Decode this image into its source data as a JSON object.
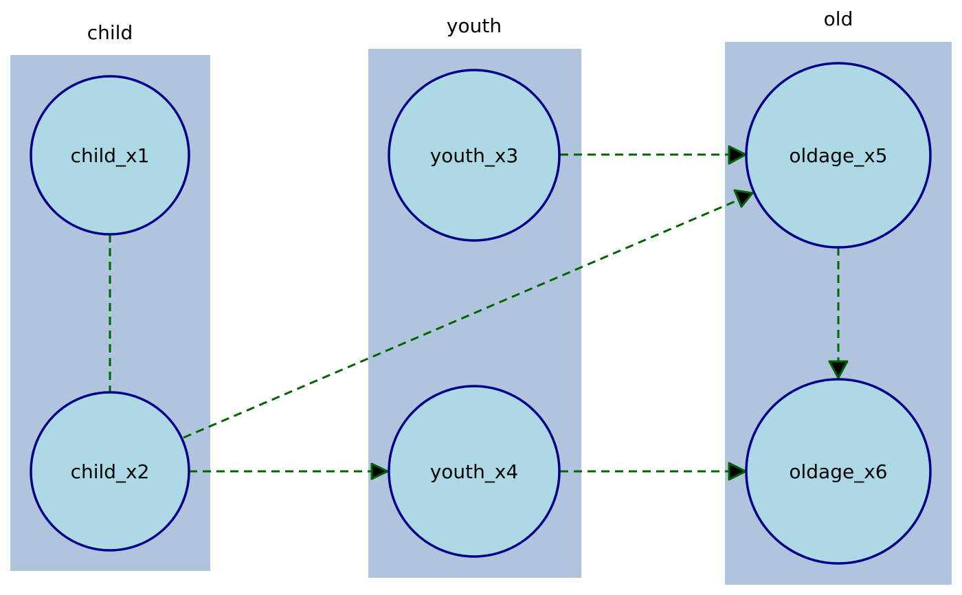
{
  "diagram": {
    "colors": {
      "cluster_fill": "#b0c4de",
      "node_fill": "#add8e6",
      "node_stroke": "#00008b",
      "edge_stroke": "#006400",
      "arrow_fill": "#000000"
    },
    "clusters": [
      {
        "id": "child",
        "label": "child"
      },
      {
        "id": "youth",
        "label": "youth"
      },
      {
        "id": "old",
        "label": "old"
      }
    ],
    "nodes": [
      {
        "id": "child_x1",
        "label": "child_x1",
        "cluster": "child"
      },
      {
        "id": "child_x2",
        "label": "child_x2",
        "cluster": "child"
      },
      {
        "id": "youth_x3",
        "label": "youth_x3",
        "cluster": "youth"
      },
      {
        "id": "youth_x4",
        "label": "youth_x4",
        "cluster": "youth"
      },
      {
        "id": "oldage_x5",
        "label": "oldage_x5",
        "cluster": "old"
      },
      {
        "id": "oldage_x6",
        "label": "oldage_x6",
        "cluster": "old"
      }
    ],
    "edges": [
      {
        "from": "child_x1",
        "to": "child_x2",
        "directed": false,
        "style": "dashed"
      },
      {
        "from": "child_x2",
        "to": "youth_x4",
        "directed": true,
        "style": "dashed"
      },
      {
        "from": "child_x2",
        "to": "oldage_x5",
        "directed": true,
        "style": "dashed"
      },
      {
        "from": "youth_x3",
        "to": "oldage_x5",
        "directed": true,
        "style": "dashed"
      },
      {
        "from": "youth_x4",
        "to": "oldage_x6",
        "directed": true,
        "style": "dashed"
      },
      {
        "from": "oldage_x5",
        "to": "oldage_x6",
        "directed": true,
        "style": "dashed"
      }
    ]
  }
}
